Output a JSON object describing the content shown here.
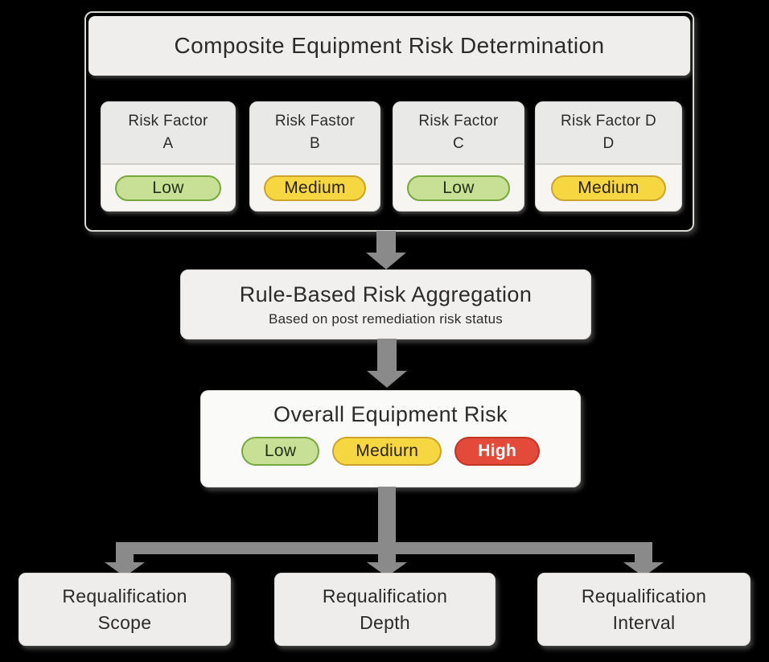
{
  "colors": {
    "background": "#000000",
    "panel_bg": "#efeeec",
    "card_top_bg": "#e9e9e8",
    "card_bottom_bg": "#f6f5f1",
    "arrow": "#8a8a8a",
    "text": "#2b2b2b",
    "badge_low_bg": "#c7e095",
    "badge_low_border": "#78a73f",
    "badge_medium_bg": "#f6d742",
    "badge_medium_border": "#cda42b",
    "badge_high_bg": "#e34a3a",
    "badge_high_border": "#c23527",
    "badge_high_text": "#ffffff"
  },
  "composite": {
    "title": "Composite Equipment Risk Determination",
    "factors": [
      {
        "line1": "Risk Factor",
        "line2": "A",
        "badge": "Low",
        "level": "low"
      },
      {
        "line1": "Risk Fastor",
        "line2": "B",
        "badge": "Medium",
        "level": "medium"
      },
      {
        "line1": "Risk Factor",
        "line2": "C",
        "badge": "Low",
        "level": "low"
      },
      {
        "line1": "Risk Factor D",
        "line2": "D",
        "badge": "Medium",
        "level": "medium"
      }
    ]
  },
  "aggregation": {
    "title": "Rule-Based Risk Aggregation",
    "subtitle": "Based on post remediation risk status"
  },
  "overall": {
    "title": "Overall Equipment Risk",
    "badges": [
      {
        "label": "Low",
        "level": "low"
      },
      {
        "label": "Mediurn",
        "level": "medium"
      },
      {
        "label": "High",
        "level": "high"
      }
    ]
  },
  "outputs": [
    {
      "line1": "Requalification",
      "line2": "Scope"
    },
    {
      "line1": "Requalification",
      "line2": "Depth"
    },
    {
      "line1": "Requalification",
      "line2": "Interval"
    }
  ]
}
